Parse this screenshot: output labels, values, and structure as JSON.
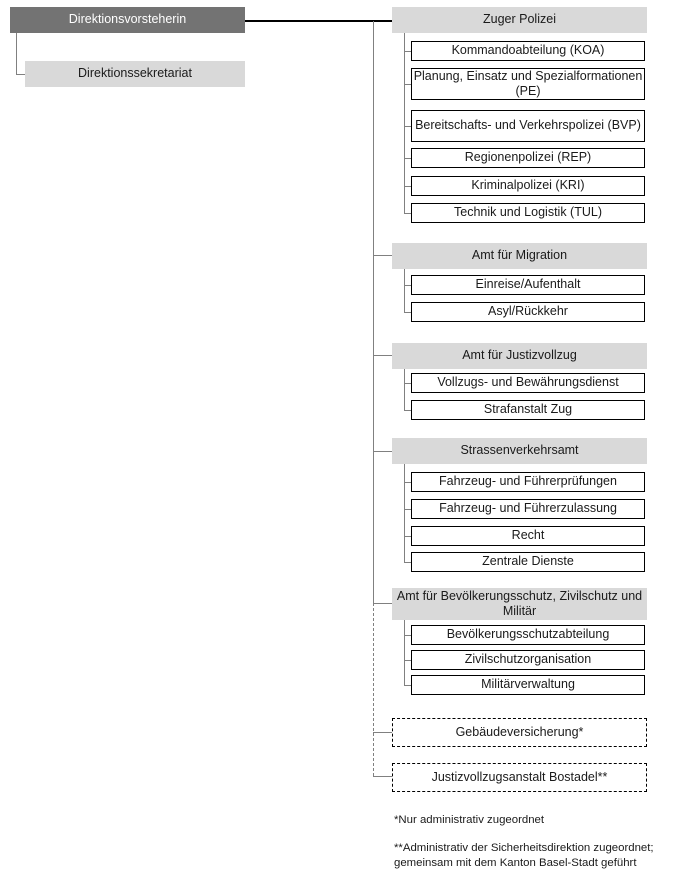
{
  "chart": {
    "root": "Direktionsvorsteherin",
    "secretariat": "Direktionssekretariat",
    "sections": [
      {
        "title": "Zuger Polizei",
        "children": [
          "Kommandoabteilung (KOA)",
          "Planung, Einsatz und Spezialformationen (PE)",
          "Bereitschafts- und Verkehrspolizei (BVP)",
          "Regionenpolizei (REP)",
          "Kriminalpolizei (KRI)",
          "Technik und Logistik (TUL)"
        ]
      },
      {
        "title": "Amt für Migration",
        "children": [
          "Einreise/Aufenthalt",
          "Asyl/Rückkehr"
        ]
      },
      {
        "title": "Amt für Justizvollzug",
        "children": [
          "Vollzugs- und Bewährungsdienst",
          "Strafanstalt Zug"
        ]
      },
      {
        "title": "Strassenverkehrsamt",
        "children": [
          "Fahrzeug- und Führerprüfungen",
          "Fahrzeug- und Führerzulassung",
          "Recht",
          "Zentrale Dienste"
        ]
      },
      {
        "title": "Amt für Bevölkerungsschutz, Zivilschutz und Militär",
        "children": [
          "Bevölkerungsschutzabteilung",
          "Zivilschutzorganisation",
          "Militärverwaltung"
        ]
      }
    ],
    "affiliated": [
      "Gebäudeversicherung*",
      "Justizvollzugsanstalt Bostadel**"
    ],
    "footnotes": [
      {
        "lines": [
          "*Nur administrativ zugeordnet"
        ]
      },
      {
        "lines": [
          "**Administrativ der Sicherheitsdirektion zugeordnet;",
          "gemeinsam mit dem Kanton Basel-Stadt geführt"
        ]
      }
    ]
  },
  "colors": {
    "root_bg": "#737373",
    "root_text": "#ffffff",
    "header_bg": "#d9d9d9",
    "box_bg": "#ffffff",
    "box_border": "#000000",
    "connector": "#808080",
    "connector_strong": "#000000"
  }
}
